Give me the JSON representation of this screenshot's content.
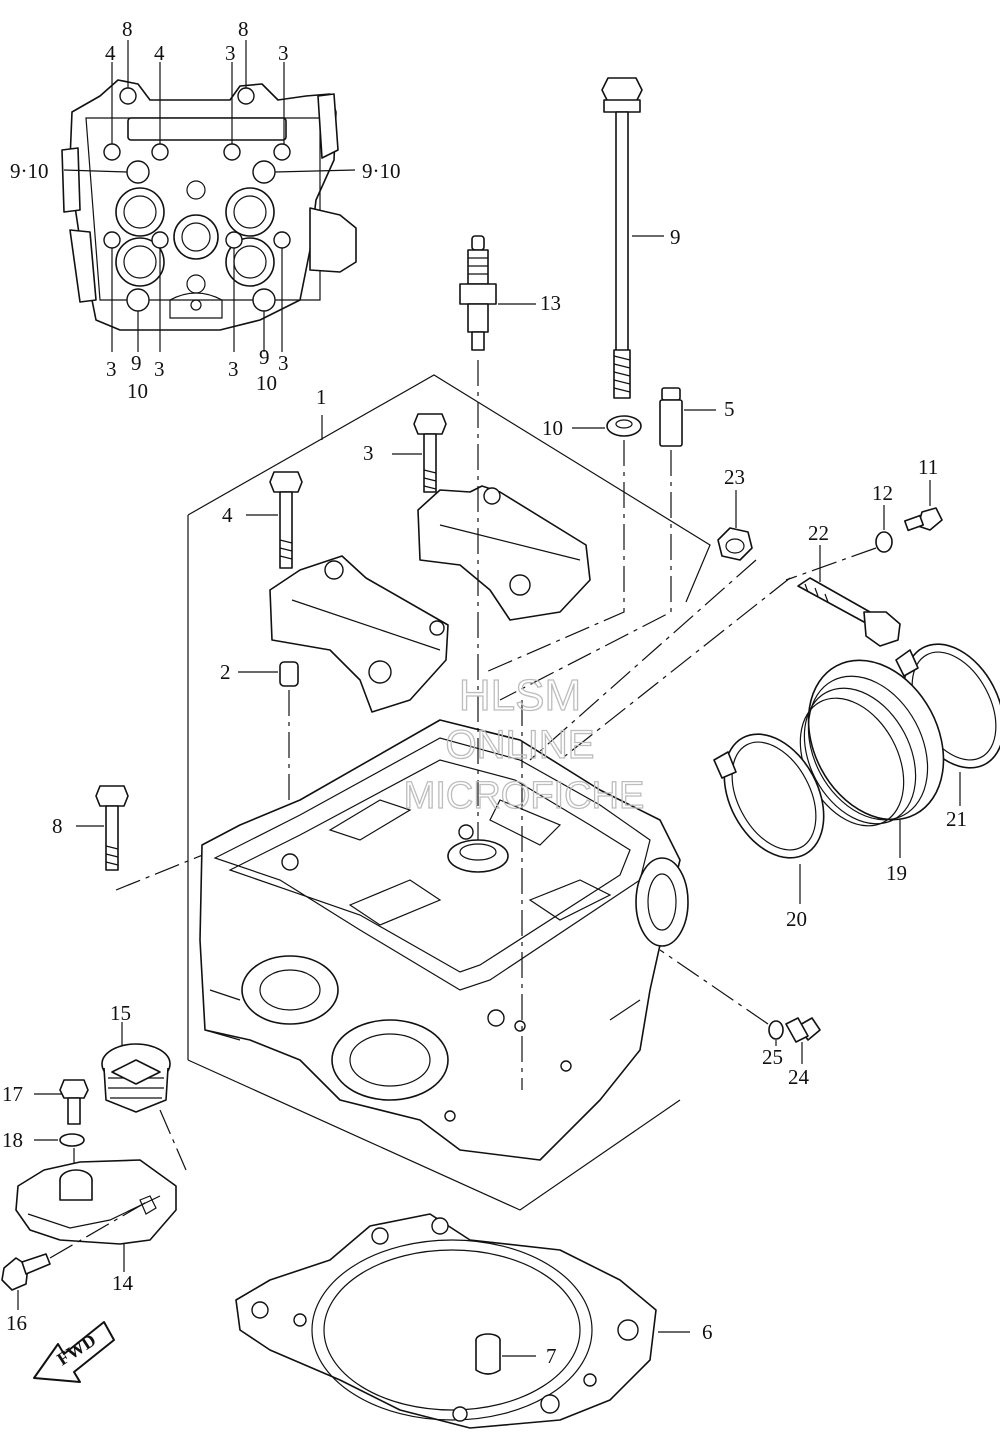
{
  "callouts": [
    {
      "id": "c8a",
      "text": "8"
    },
    {
      "id": "c4a",
      "text": "4"
    },
    {
      "id": "c4b",
      "text": "4"
    },
    {
      "id": "c8b",
      "text": "8"
    },
    {
      "id": "c3a",
      "text": "3"
    },
    {
      "id": "c3b",
      "text": "3"
    },
    {
      "id": "c910a",
      "text": "9·10"
    },
    {
      "id": "c910b",
      "text": "9·10"
    },
    {
      "id": "c3c",
      "text": "3"
    },
    {
      "id": "c9a",
      "text": "9"
    },
    {
      "id": "c3d",
      "text": "3"
    },
    {
      "id": "c10a",
      "text": "10"
    },
    {
      "id": "c3e",
      "text": "3"
    },
    {
      "id": "c9b",
      "text": "9"
    },
    {
      "id": "c3f",
      "text": "3"
    },
    {
      "id": "c10b",
      "text": "10"
    },
    {
      "id": "c9",
      "text": "9"
    },
    {
      "id": "c13",
      "text": "13"
    },
    {
      "id": "c1",
      "text": "1"
    },
    {
      "id": "c10",
      "text": "10"
    },
    {
      "id": "c5",
      "text": "5"
    },
    {
      "id": "c3",
      "text": "3"
    },
    {
      "id": "c23",
      "text": "23"
    },
    {
      "id": "c11",
      "text": "11"
    },
    {
      "id": "c12",
      "text": "12"
    },
    {
      "id": "c4",
      "text": "4"
    },
    {
      "id": "c22",
      "text": "22"
    },
    {
      "id": "c2",
      "text": "2"
    },
    {
      "id": "c8",
      "text": "8"
    },
    {
      "id": "c21",
      "text": "21"
    },
    {
      "id": "c19",
      "text": "19"
    },
    {
      "id": "c20",
      "text": "20"
    },
    {
      "id": "c15",
      "text": "15"
    },
    {
      "id": "c25",
      "text": "25"
    },
    {
      "id": "c24",
      "text": "24"
    },
    {
      "id": "c17",
      "text": "17"
    },
    {
      "id": "c18",
      "text": "18"
    },
    {
      "id": "c14",
      "text": "14"
    },
    {
      "id": "c16",
      "text": "16"
    },
    {
      "id": "c6",
      "text": "6"
    },
    {
      "id": "c7",
      "text": "7"
    }
  ],
  "watermark": {
    "line1": "HLSM",
    "line2": "ONLINE",
    "line3": "MICROFICHE"
  },
  "fwd_label": "FWD"
}
